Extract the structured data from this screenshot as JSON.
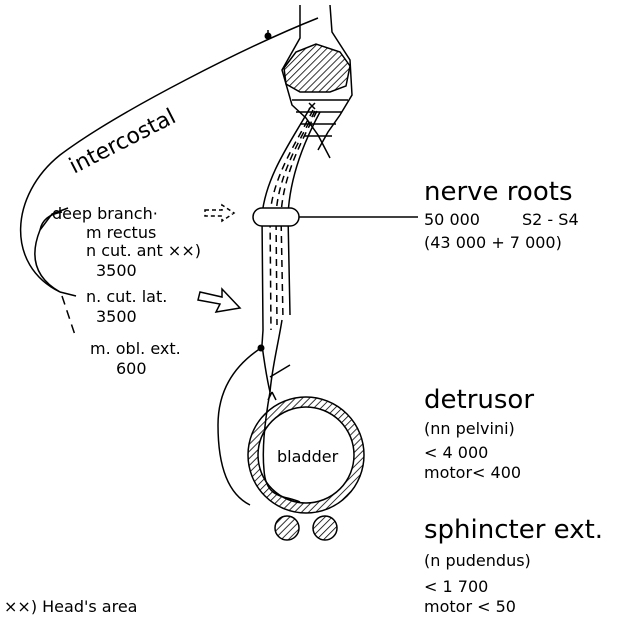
{
  "labels": {
    "intercostal": "intercostal",
    "deep_branch": "deep branch·",
    "m_rectus": "m rectus",
    "n_cut_ant": "n cut. ant ××)",
    "n_cut_ant_count": "3500",
    "n_cut_lat": "n. cut. lat.",
    "n_cut_lat_count": "3500",
    "m_obl_ext": "m. obl. ext.",
    "m_obl_ext_count": "600",
    "nerve_roots": "nerve roots",
    "nerve_roots_count": "50 000",
    "nerve_roots_segments": "S2 - S4",
    "nerve_roots_split": "(43 000 + 7 000)",
    "detrusor": "detrusor",
    "detrusor_nerve": "(nn pelvini)",
    "detrusor_count": "< 4 000",
    "detrusor_motor": "motor< 400",
    "bladder": "bladder",
    "sphincter": "sphincter ext.",
    "sphincter_nerve": "(n pudendus)",
    "sphincter_count": "< 1 700",
    "sphincter_motor": "motor < 50",
    "footnote": "××) Head's area"
  },
  "colors": {
    "ink": "#000000",
    "paper": "#ffffff"
  }
}
